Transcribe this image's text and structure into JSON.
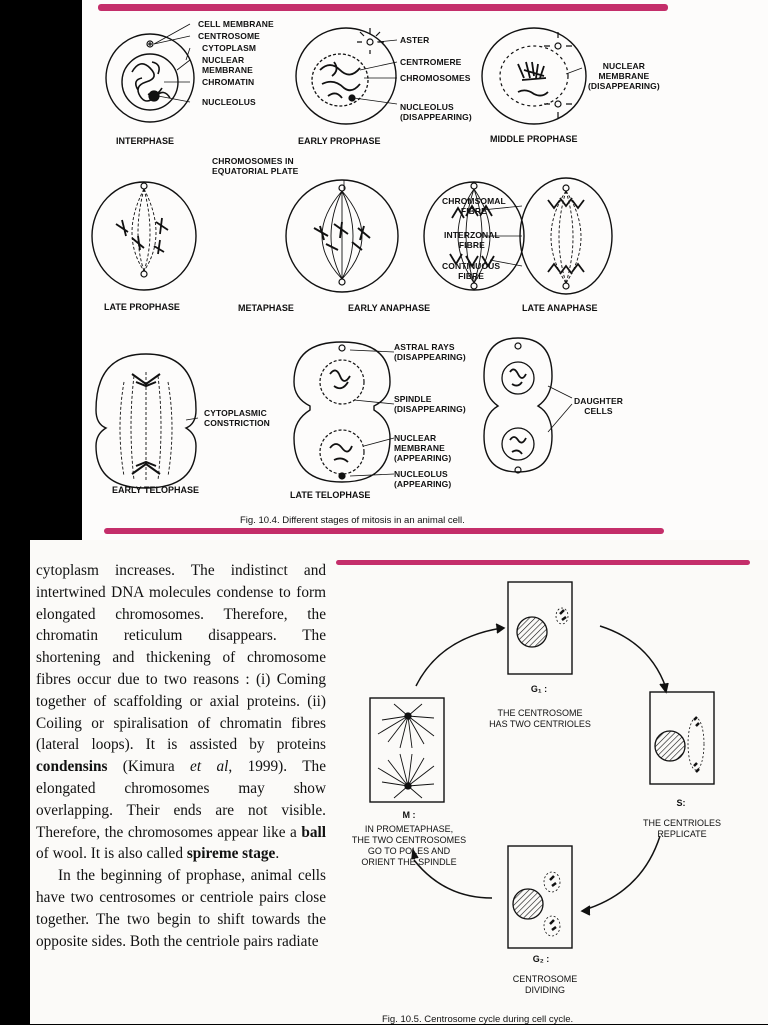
{
  "fig_10_4": {
    "caption": "Fig. 10.4. Different stages of mitosis in an animal cell.",
    "stages": {
      "interphase": "INTERPHASE",
      "early_prophase": "EARLY PROPHASE",
      "middle_prophase": "MIDDLE PROPHASE",
      "late_prophase": "LATE PROPHASE",
      "metaphase": "METAPHASE",
      "early_anaphase": "EARLY ANAPHASE",
      "late_anaphase": "LATE ANAPHASE",
      "early_telophase": "EARLY TELOPHASE",
      "late_telophase": "LATE TELOPHASE"
    },
    "labels": {
      "cell_membrane": "CELL MEMBRANE",
      "centrosome": "CENTROSOME",
      "cytoplasm": "CYTOPLASM",
      "nuclear_membrane": "NUCLEAR\nMEMBRANE",
      "chromatin": "CHROMATIN",
      "nucleolus": "NUCLEOLUS",
      "aster": "ASTER",
      "centromere": "CENTROMERE",
      "chromosomes": "CHROMOSOMES",
      "nucleolus_disappearing": "NUCLEOLUS\n(DISAPPEARING)",
      "nuclear_membrane_disappearing": "NUCLEAR\nMEMBRANE\n(DISAPPEARING)",
      "equatorial_plate": "CHROMOSOMES IN\nEQUATORIAL PLATE",
      "chromosomal_fibre": "CHROMSOMAL\nFIBRE",
      "interzonal_fibre": "INTERZONAL\nFIBRE",
      "continuous_fibre": "CONTINUOUS\nFIBRE",
      "cytoplasmic_constriction": "CYTOPLASMIC\nCONSTRICTION",
      "astral_rays": "ASTRAL RAYS\n(DISAPPEARING)",
      "spindle": "SPINDLE\n(DISAPPEARING)",
      "nuclear_membrane_appearing": "NUCLEAR\nMEMBRANE\n(APPEARING)",
      "nucleolus_appearing": "NUCLEOLUS\n(APPEARING)",
      "daughter_cells": "DAUGHTER\nCELLS"
    }
  },
  "text": {
    "p1_a": "cytoplasm increases. The indistinct and intertwined DNA molecules condense to form elongated chromosomes. Therefore, the chromatin reticulum disappears. The shortening and thickening of chromosome fibres occur due to two reasons : (i) Coming together of scaffolding or axial proteins. (ii) Coiling or spiralisation of chromatin fibres (lateral loops). It is assisted by proteins ",
    "p1_condensins": "condensins",
    "p1_b": " (Kimura ",
    "p1_etal": "et al",
    "p1_c": ", 1999). The elongated chromosomes may show overlapping. Their ends are not visible. Therefore, the chromosomes appear like a ",
    "p1_ball": "ball",
    "p1_d": " of wool. It is also called ",
    "p1_spireme": "spireme stage",
    "p1_e": ".",
    "p2": "In the beginning of prophase, animal cells have two centrosomes or centriole pairs close together. The two begin to shift towards the opposite sides. Both the centriole pairs radiate"
  },
  "fig_10_5": {
    "caption": "Fig. 10.5. Centrosome cycle during cell cycle.",
    "g1_stage": "G₁ :",
    "g1_desc": "THE CENTROSOME\nHAS TWO CENTRIOLES",
    "s_stage": "S:",
    "s_desc": "THE CENTRIOLES\nREPLICATE",
    "g2_stage": "G₂ :",
    "g2_desc": "CENTROSOME\nDIVIDING",
    "m_stage": "M :",
    "m_desc": "IN PROMETAPHASE,\nTHE TWO CENTROSOMES\nGO TO POLES AND\nORIENT THE SPINDLE"
  },
  "colors": {
    "accent_rule": "#c42e6a",
    "ink": "#111111"
  }
}
